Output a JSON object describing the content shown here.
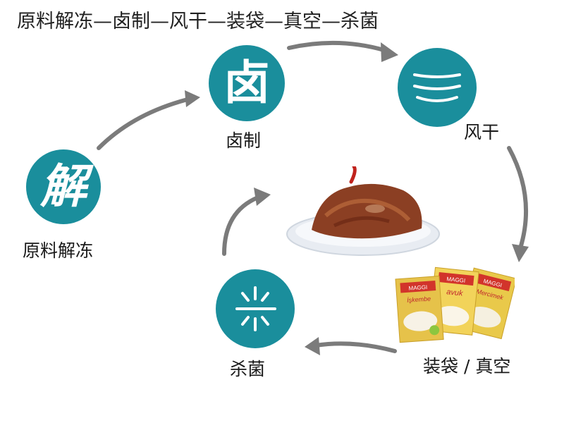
{
  "title": "原料解冻—卤制—风干—装袋—真空—杀菌",
  "colors": {
    "node": "#1a8e9c",
    "arrow": "#7b7b7b",
    "text": "#1a1a1a"
  },
  "steps": [
    {
      "id": "thaw",
      "glyph": "解",
      "label": "原料解冻",
      "icon": "thaw-character-icon"
    },
    {
      "id": "marinate",
      "glyph": "卤",
      "label": "卤制",
      "icon": "marinate-character-icon"
    },
    {
      "id": "airdry",
      "label": "风干",
      "icon": "air-dry-waves-icon"
    },
    {
      "id": "pack",
      "label": "装袋 / 真空",
      "icon": "packaged-bags-image"
    },
    {
      "id": "sterilize",
      "label": "杀菌",
      "icon": "sterilize-rays-icon"
    }
  ],
  "center_image": "braised-meat-bowl-image",
  "packages": {
    "bag1_brand": "MAGGI",
    "bag1_name": "İşkembe",
    "bag2_brand": "MAGGI",
    "bag2_name": "avuk",
    "bag3_brand": "MAGGI",
    "bag3_name": "Mercimek"
  }
}
